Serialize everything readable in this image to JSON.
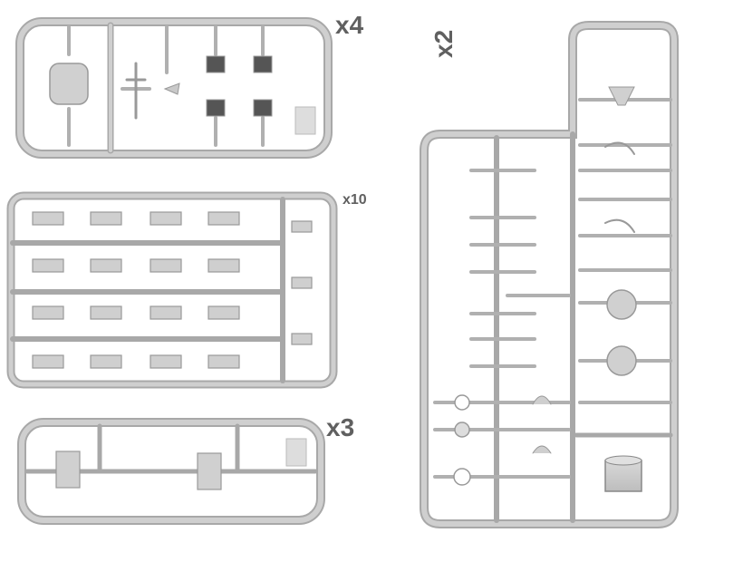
{
  "sprues": [
    {
      "id": "sprue-a",
      "quantity": "x4"
    },
    {
      "id": "sprue-b",
      "quantity": "x10"
    },
    {
      "id": "sprue-c",
      "quantity": "x3"
    },
    {
      "id": "sprue-d",
      "quantity": "x2"
    }
  ],
  "colors": {
    "plastic": "#c9c9c9",
    "plastic_edge": "#9a9a9a",
    "plastic_shade": "#b5b5b5",
    "text": "#606060",
    "background": "#ffffff"
  }
}
